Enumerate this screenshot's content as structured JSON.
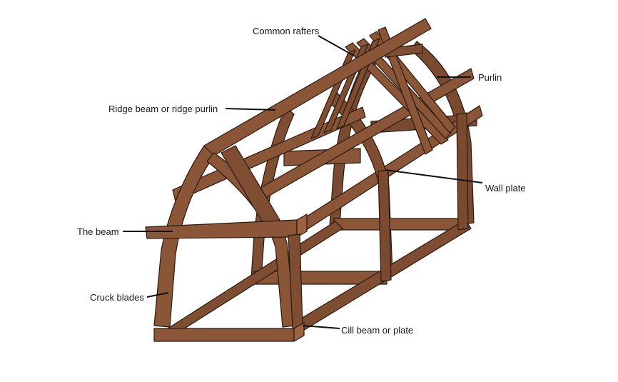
{
  "colors": {
    "timber_front": "#8a5637",
    "timber_dark": "#6b3f27",
    "timber_light": "#9c6443",
    "outline": "#2a1a10"
  },
  "labels": {
    "common_rafters": "Common rafters",
    "purlin": "Purlin",
    "ridge_beam": "Ridge beam or ridge purlin",
    "wall_plate": "Wall plate",
    "the_beam": "The beam",
    "cruck_blades": "Cruck blades",
    "cill_beam": "Cill beam or plate"
  }
}
